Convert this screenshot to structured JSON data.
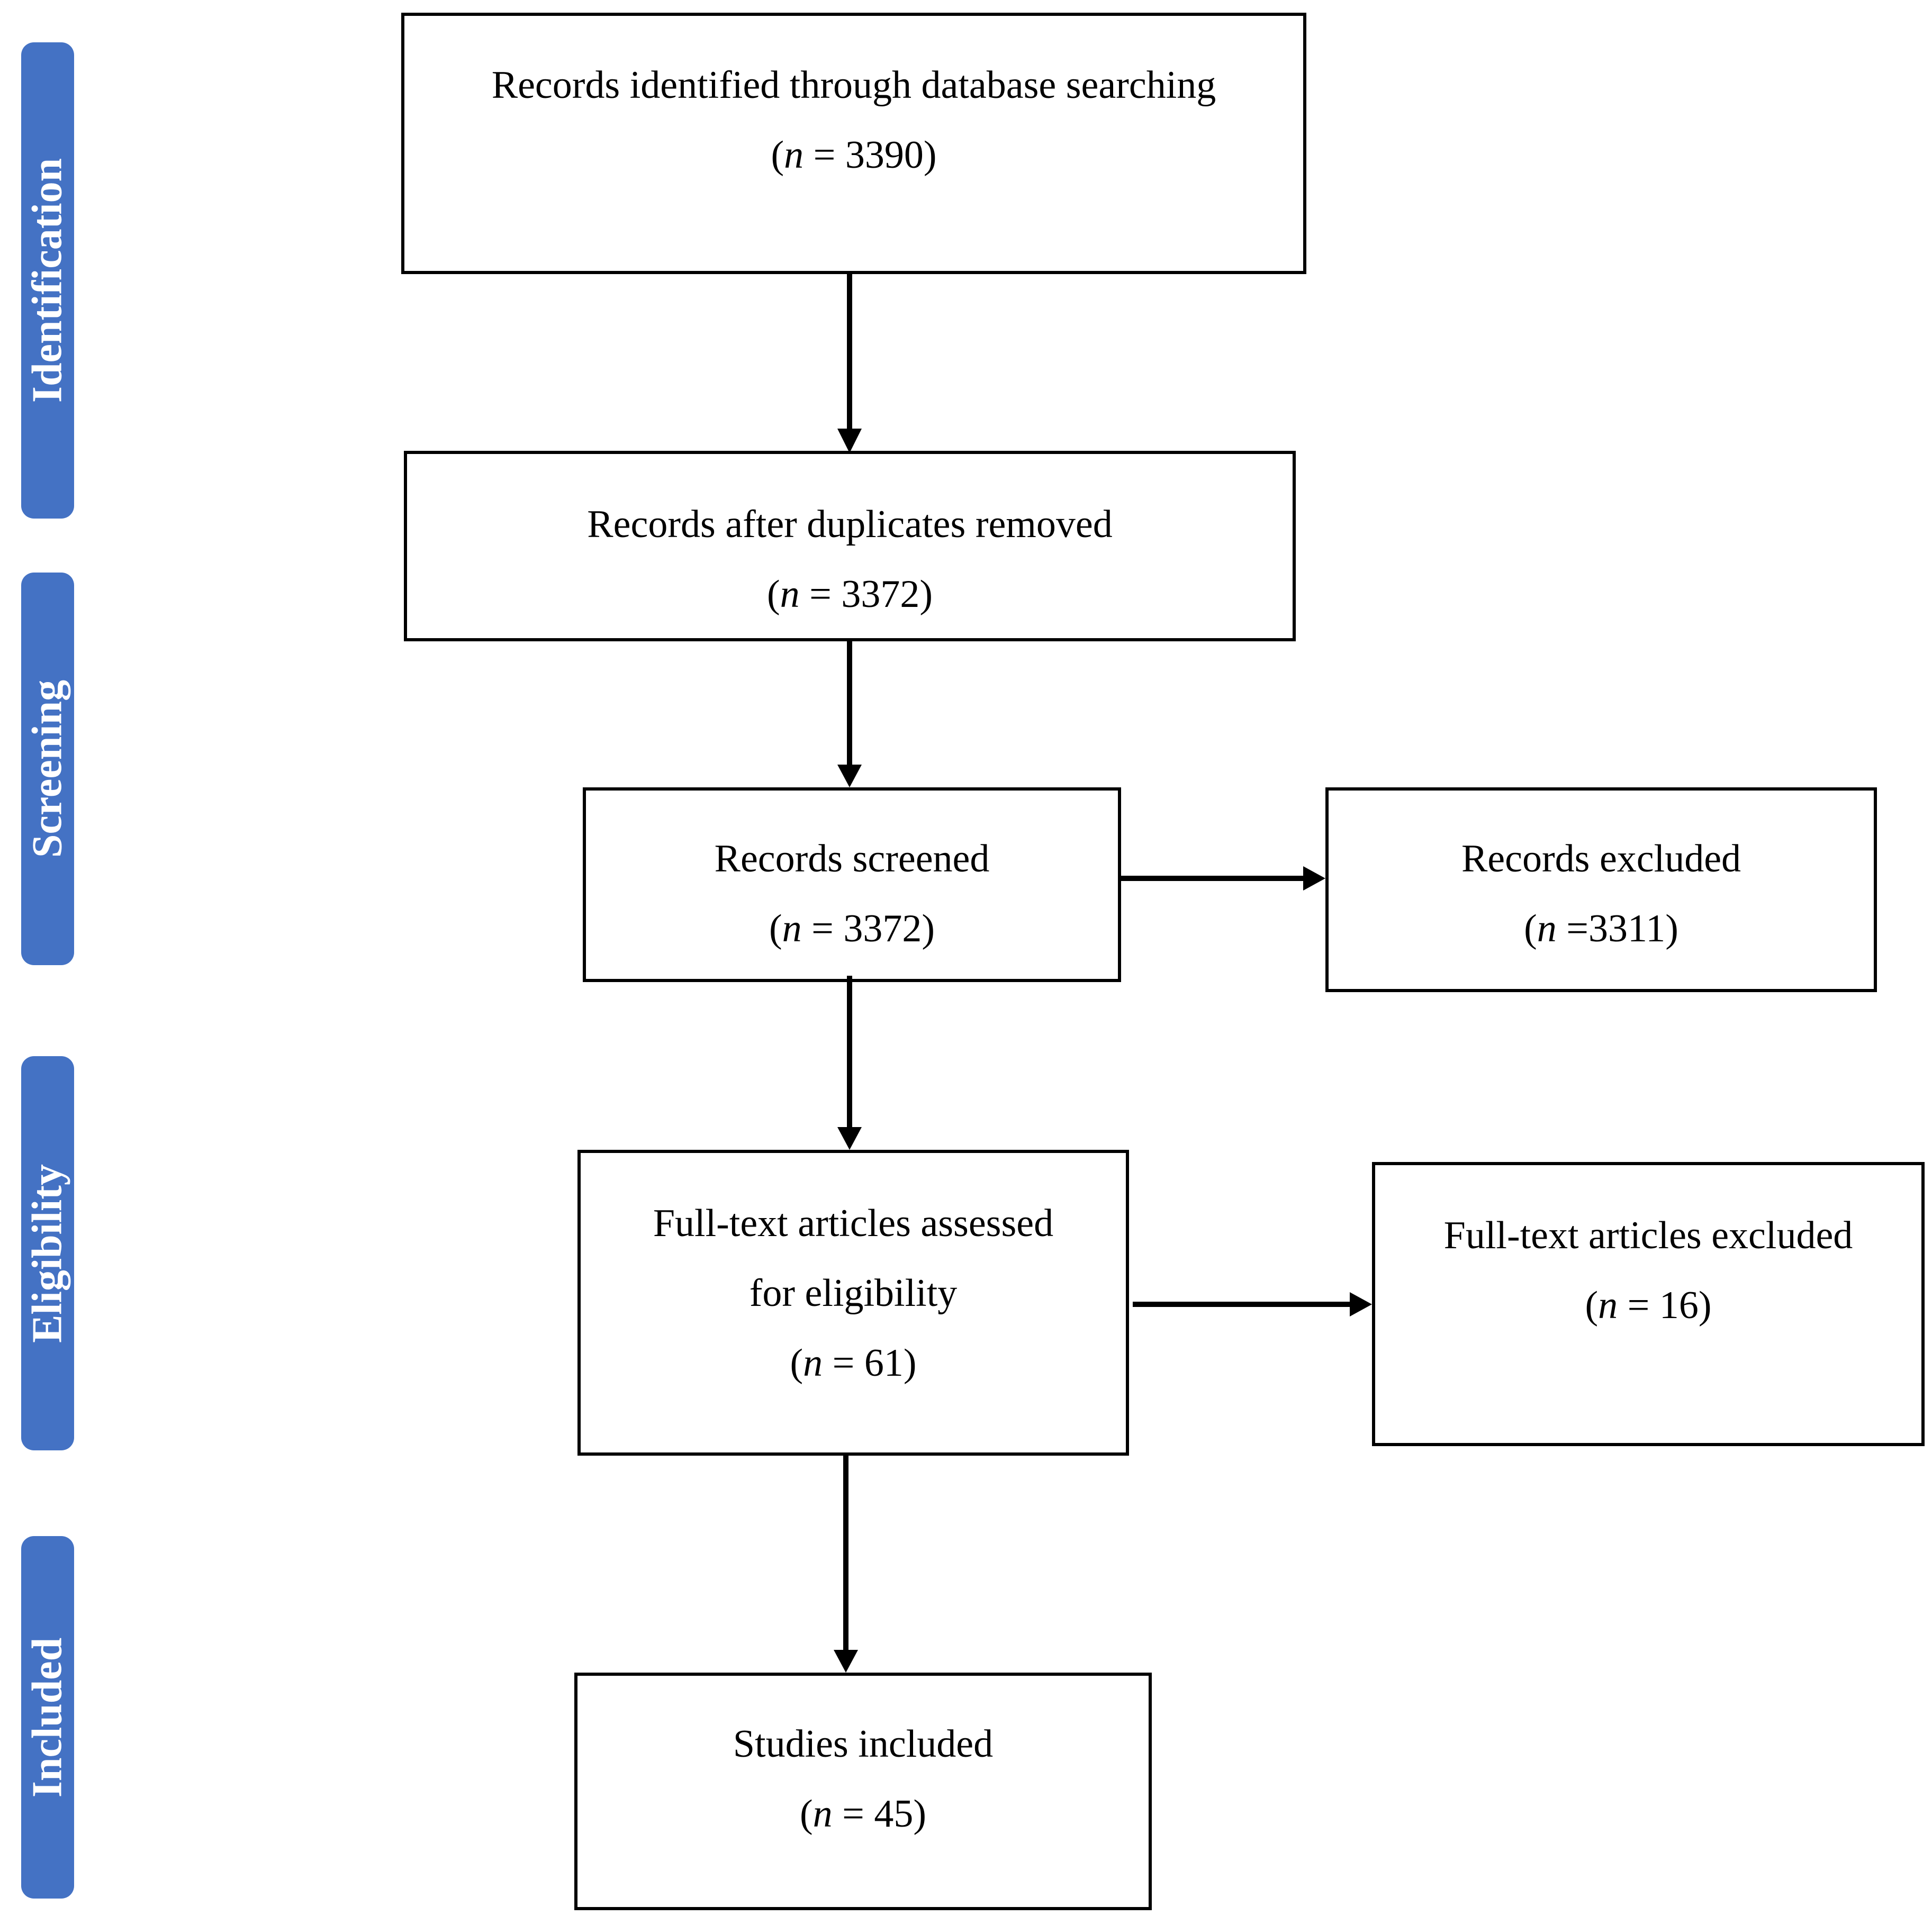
{
  "colors": {
    "stage_fill": "#4472c4",
    "stage_text": "#ffffff",
    "box_border": "#000000",
    "arrow": "#000000"
  },
  "stages": {
    "identification": "Identification",
    "screening": "Screening",
    "eligibility": "Eligibility",
    "included": "Included"
  },
  "boxes": {
    "identified": {
      "lines": [
        "Records identified through database searching"
      ],
      "n_symbol": "n",
      "n_value": " = 3390)"
    },
    "after_duplicates": {
      "lines": [
        "Records after duplicates removed"
      ],
      "n_symbol": "n",
      "n_value": " = 3372)"
    },
    "screened": {
      "lines": [
        "Records screened"
      ],
      "n_symbol": "n",
      "n_value": " = 3372)"
    },
    "excluded": {
      "lines": [
        "Records excluded"
      ],
      "n_symbol": "n",
      "n_value": " =3311)"
    },
    "fulltext_assessed": {
      "lines": [
        "Full-text articles assessed",
        "for eligibility"
      ],
      "n_symbol": "n",
      "n_value": " = 61)"
    },
    "fulltext_excluded": {
      "lines": [
        "Full-text articles excluded"
      ],
      "n_symbol": "n",
      "n_value": " = 16)"
    },
    "included": {
      "lines": [
        "Studies included"
      ],
      "n_symbol": "n",
      "n_value": " = 45)"
    }
  },
  "open_paren": "("
}
